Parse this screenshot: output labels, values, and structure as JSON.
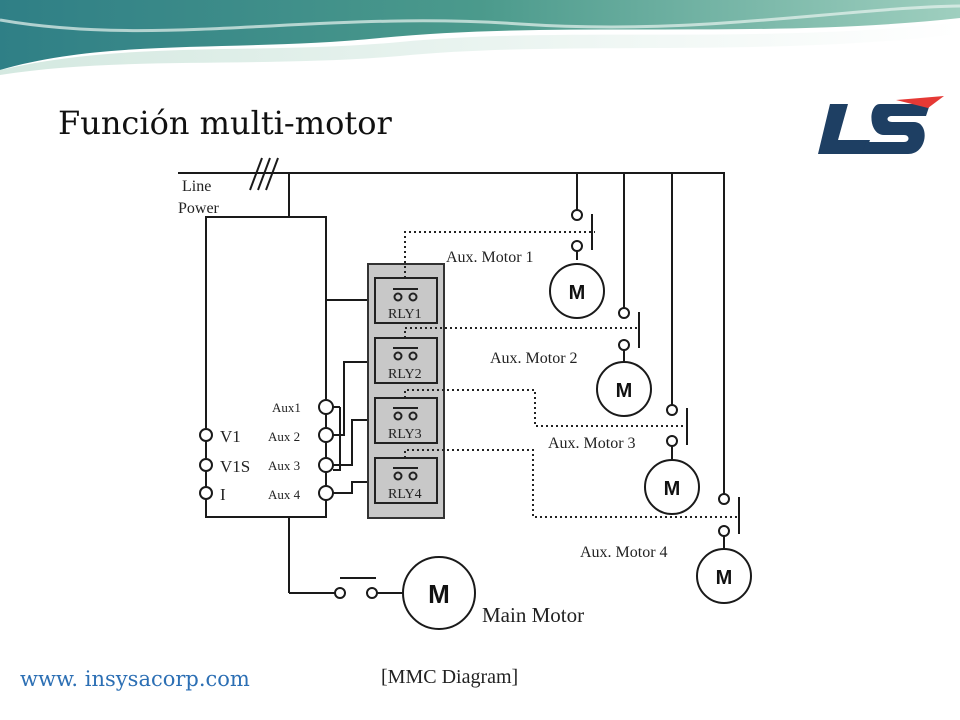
{
  "slide": {
    "title": "Función multi-motor",
    "website": "www. insysacorp.com",
    "logo_text": "LS",
    "colors": {
      "logo_blue": "#1e3f63",
      "logo_red": "#e53935",
      "banner_green": "#3f8a8a",
      "link_blue": "#2c6fb4",
      "relay_box": "#c8c8c8"
    }
  },
  "diagram": {
    "line_power": [
      "Line",
      "Power"
    ],
    "inputs": [
      "V1",
      "V1S",
      "I"
    ],
    "aux_terminals": [
      "Aux1",
      "Aux 2",
      "Aux 3",
      "Aux 4"
    ],
    "relays": [
      "RLY1",
      "RLY2",
      "RLY3",
      "RLY4"
    ],
    "aux_motors": [
      "Aux. Motor 1",
      "Aux. Motor 2",
      "Aux. Motor 3",
      "Aux. Motor 4"
    ],
    "motor_symbol": "M",
    "main_motor": "Main Motor",
    "caption": "[MMC Diagram]"
  }
}
